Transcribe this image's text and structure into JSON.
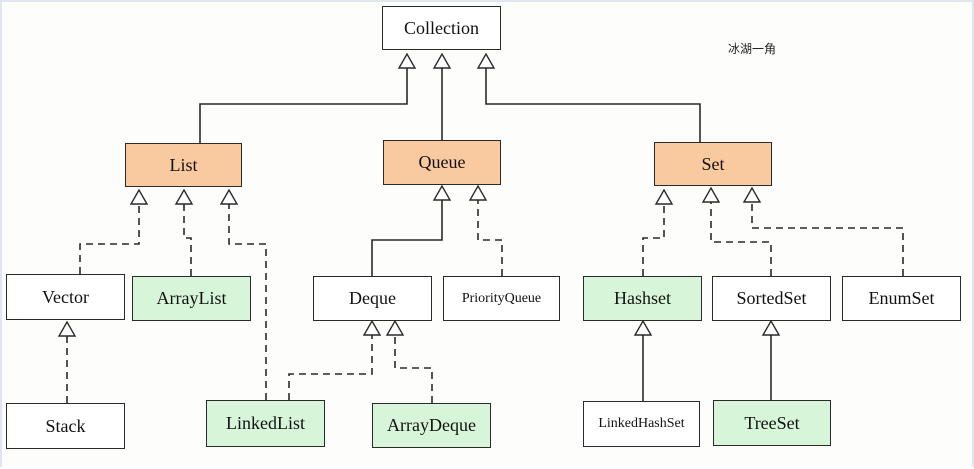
{
  "watermark": "冰湖一角",
  "colors": {
    "interface_fill": "#f9c9a0",
    "implementation_fill": "#d7f5d8",
    "plain_fill": "#ffffff",
    "line": "#2a2a2a"
  },
  "nodes": {
    "collection": {
      "label": "Collection"
    },
    "list": {
      "label": "List"
    },
    "queue": {
      "label": "Queue"
    },
    "set": {
      "label": "Set"
    },
    "vector": {
      "label": "Vector"
    },
    "arraylist": {
      "label": "ArrayList"
    },
    "deque": {
      "label": "Deque"
    },
    "priorityqueue": {
      "label": "PriorityQueue"
    },
    "hashset": {
      "label": "Hashset"
    },
    "sortedset": {
      "label": "SortedSet"
    },
    "enumset": {
      "label": "EnumSet"
    },
    "stack": {
      "label": "Stack"
    },
    "linkedlist": {
      "label": "LinkedList"
    },
    "arraydeque": {
      "label": "ArrayDeque"
    },
    "linkedhashset": {
      "label": "LinkedHashSet"
    },
    "treeset": {
      "label": "TreeSet"
    }
  },
  "edges": [
    {
      "from": "list",
      "to": "collection",
      "style": "solid"
    },
    {
      "from": "queue",
      "to": "collection",
      "style": "solid"
    },
    {
      "from": "set",
      "to": "collection",
      "style": "solid"
    },
    {
      "from": "vector",
      "to": "list",
      "style": "dashed"
    },
    {
      "from": "arraylist",
      "to": "list",
      "style": "dashed"
    },
    {
      "from": "linkedlist",
      "to": "list",
      "style": "dashed"
    },
    {
      "from": "deque",
      "to": "queue",
      "style": "solid"
    },
    {
      "from": "priorityqueue",
      "to": "queue",
      "style": "dashed"
    },
    {
      "from": "hashset",
      "to": "set",
      "style": "dashed"
    },
    {
      "from": "sortedset",
      "to": "set",
      "style": "dashed"
    },
    {
      "from": "enumset",
      "to": "set",
      "style": "dashed"
    },
    {
      "from": "stack",
      "to": "vector",
      "style": "dashed"
    },
    {
      "from": "linkedlist",
      "to": "deque",
      "style": "dashed"
    },
    {
      "from": "arraydeque",
      "to": "deque",
      "style": "dashed"
    },
    {
      "from": "linkedhashset",
      "to": "hashset",
      "style": "solid"
    },
    {
      "from": "treeset",
      "to": "sortedset",
      "style": "solid"
    }
  ]
}
